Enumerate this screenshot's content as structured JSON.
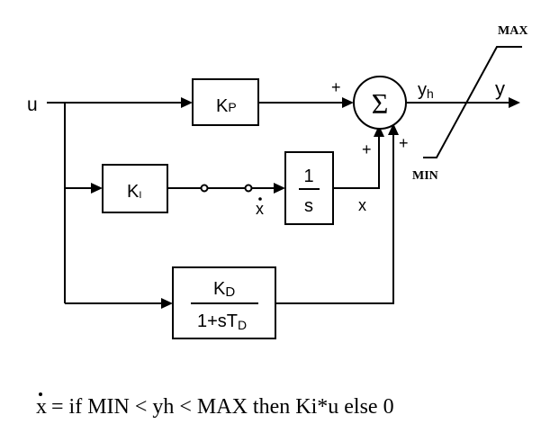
{
  "input_label": "u",
  "output_label": "y",
  "sum_symbol": "Σ",
  "sum_output_label": "y",
  "sum_output_subscript": "h",
  "signs": {
    "kp_input": "+",
    "integrator_input": "+",
    "derivative_input": "+"
  },
  "kp_block": {
    "main": "K",
    "sub": "P"
  },
  "ki_block": {
    "main": "K",
    "sub": "I"
  },
  "integrator_block": {
    "numerator": "1",
    "denominator": "s"
  },
  "derivative_block": {
    "numerator_main": "K",
    "numerator_sub": "D",
    "denominator_main": "1+sT",
    "denominator_sub": "D"
  },
  "x_dot_label": "x",
  "x_label": "x",
  "limiter": {
    "max_label": "MAX",
    "min_label": "MIN"
  },
  "equation": {
    "lhs": "x",
    "rhs": "= if MIN < yh < MAX then Ki*u else 0"
  }
}
